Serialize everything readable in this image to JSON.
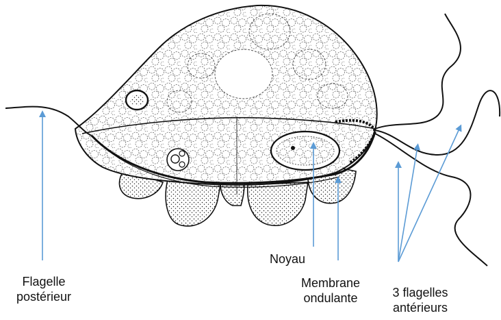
{
  "labels": {
    "flagelle_posterieur": [
      "Flagelle",
      "postérieur"
    ],
    "noyau": [
      "Noyau"
    ],
    "membrane_ondulante": [
      "Membrane",
      "ondulante"
    ],
    "trois_flagelles_anterieurs": [
      "3 flagelles",
      "antérieurs"
    ]
  },
  "colors": {
    "arrow": "#5b9bd5",
    "ink": "#111111",
    "background": "#ffffff"
  }
}
